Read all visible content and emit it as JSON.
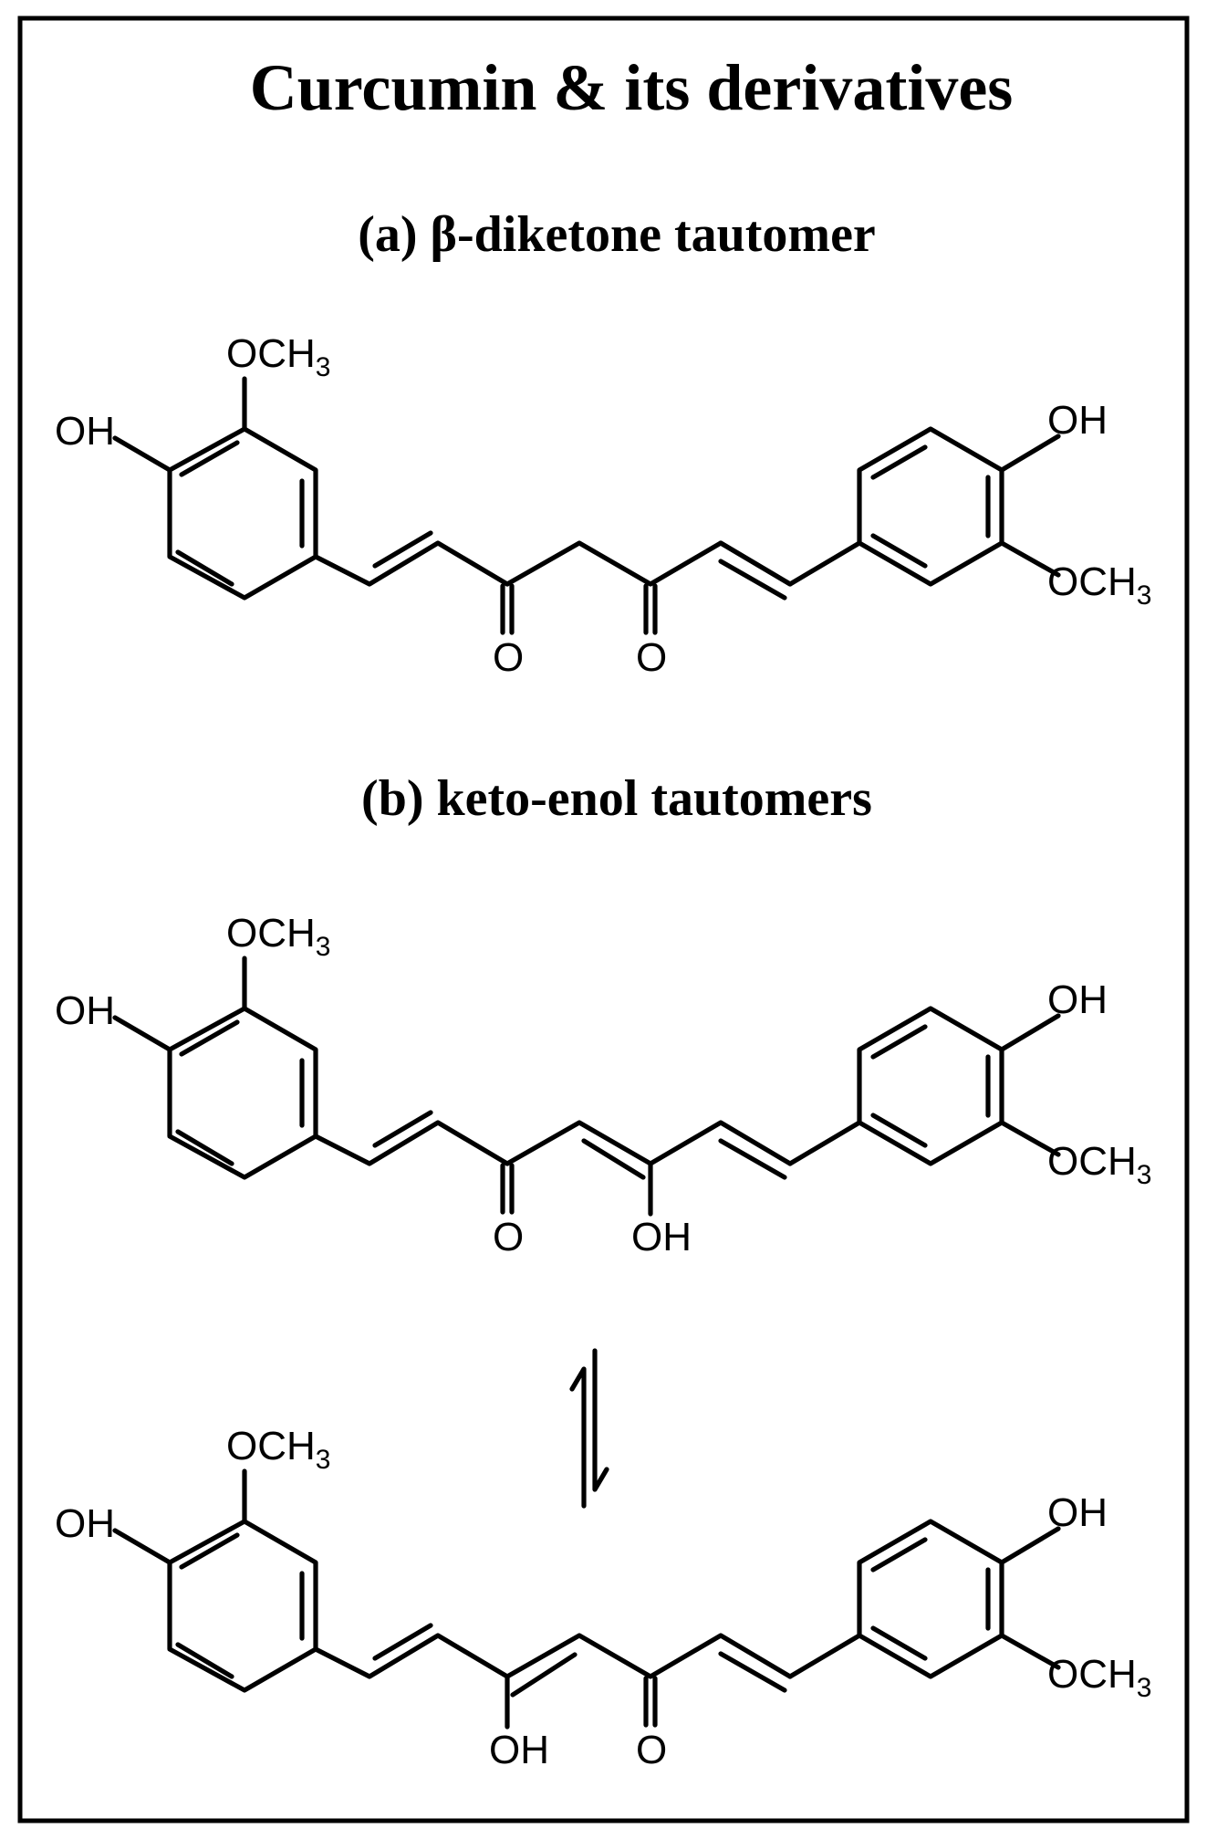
{
  "figure": {
    "title": "Curcumin & its derivatives",
    "section_a": "(a) β-diketone tautomer",
    "section_b": "(b) keto-enol tautomers"
  },
  "molecules": {
    "diketone": {
      "left_oh": "OH",
      "left_och3": "OCH",
      "left_och3_sub": "3",
      "right_oh": "OH",
      "right_och3": "OCH",
      "right_och3_sub": "3",
      "c3_oxygen": "O",
      "c5_oxygen": "O"
    },
    "enol_1": {
      "left_oh": "OH",
      "left_och3": "OCH",
      "left_och3_sub": "3",
      "right_oh": "OH",
      "right_och3": "OCH",
      "right_och3_sub": "3",
      "c3_oxygen": "O",
      "c5_oxygen": "OH"
    },
    "enol_2": {
      "left_oh": "OH",
      "left_och3": "OCH",
      "left_och3_sub": "3",
      "right_oh": "OH",
      "right_och3": "OCH",
      "right_och3_sub": "3",
      "c3_oxygen": "OH",
      "c5_oxygen": "O"
    }
  },
  "colors": {
    "ink": "#000000",
    "background": "#ffffff"
  }
}
